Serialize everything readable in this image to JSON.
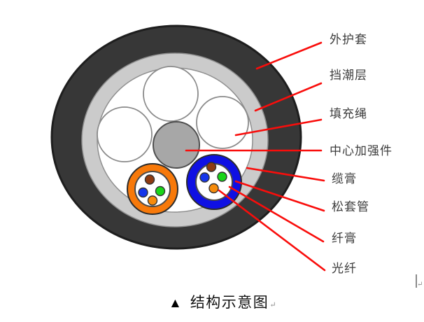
{
  "figure": {
    "labels": [
      "外护套",
      "挡潮层",
      "填充绳",
      "中心加强件",
      "缆膏",
      "松套管",
      "纤膏",
      "光纤"
    ],
    "caption": {
      "marker": "▲",
      "text": "结构示意图",
      "return_mark": "↵"
    },
    "cursor_return_mark": "↵",
    "colors": {
      "outer_sheath_fill": "#373737",
      "outer_sheath_stroke": "#1e1e1e",
      "moisture_barrier_fill": "#cbcbcb",
      "moisture_barrier_stroke": "#8f8f8f",
      "interior_fill": "#ffffff",
      "filler_rope_fill": "#ffffff",
      "filler_rope_stroke": "#8a8a8a",
      "strength_member_fill": "#a7a7a7",
      "strength_member_stroke": "#4f4f4f",
      "tube_orange_fill": "#f7790a",
      "tube_blue_fill": "#0f10e3",
      "tube_stroke": "#2b2b2b",
      "tube_inner_fill": "#ffffff",
      "tube_inner_stroke": "#4a4a4a",
      "fiber_brown": "#8e3a10",
      "fiber_blue": "#1536ea",
      "fiber_green": "#19d519",
      "fiber_orange": "#f68b0c",
      "fiber_stroke": "#333333",
      "leader_line": "#f90d0b"
    }
  }
}
